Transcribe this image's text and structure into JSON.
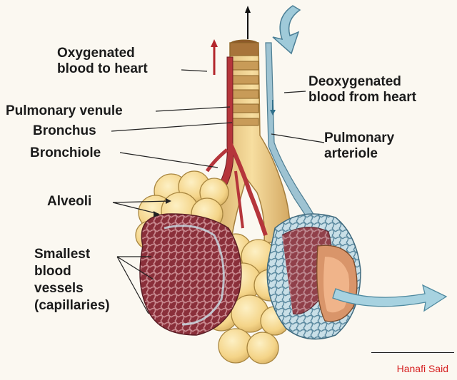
{
  "labels": {
    "oxygenated_line1": "Oxygenated",
    "oxygenated_line2": "blood to heart",
    "deoxygenated_line1": "Deoxygenated",
    "deoxygenated_line2": "blood from heart",
    "pulmonary_venule": "Pulmonary venule",
    "bronchus": "Bronchus",
    "bronchiole": "Bronchiole",
    "pulmonary_arteriole_line1": "Pulmonary",
    "pulmonary_arteriole_line2": "arteriole",
    "alveoli": "Alveoli",
    "capillaries_line1": "Smallest",
    "capillaries_line2": "blood",
    "capillaries_line3": "vessels",
    "capillaries_line4": "(capillaries)"
  },
  "credit": "Hanafi Said",
  "colors": {
    "alveolus_fill": "#f6d98e",
    "alveolus_stroke": "#b99548",
    "venule": "#b8343a",
    "arteriole": "#8fb6c8",
    "capillary_dark": "#7a2a34",
    "arrow_blue": "#8fc3d6",
    "credit": "#d62020"
  }
}
